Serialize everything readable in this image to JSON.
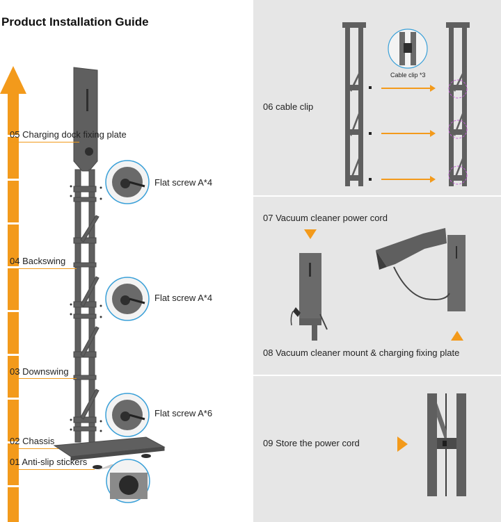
{
  "title": "Product Installation Guide",
  "steps_left": [
    {
      "num": "05",
      "label": "Charging dock fixing plate"
    },
    {
      "num": "04",
      "label": "Backswing"
    },
    {
      "num": "03",
      "label": "Downswing"
    },
    {
      "num": "02",
      "label": "Chassis"
    },
    {
      "num": "01",
      "label": "Anti-slip stickers"
    }
  ],
  "screws": [
    "Flat screw A*4",
    "Flat screw A*4",
    "Flat screw A*6"
  ],
  "steps_right": [
    {
      "num": "06",
      "label": "cable clip"
    },
    {
      "num": "07",
      "label": "Vacuum cleaner power cord"
    },
    {
      "num": "08",
      "label": "Vacuum cleaner mount & charging fixing plate"
    },
    {
      "num": "09",
      "label": "Store the power cord"
    }
  ],
  "cable_clip_caption": "Cable clip *3",
  "colors": {
    "accent": "#f39a1b",
    "stand": "#5f5f5f",
    "panel": "#e6e6e6",
    "detail_ring": "#3aa0d8"
  }
}
